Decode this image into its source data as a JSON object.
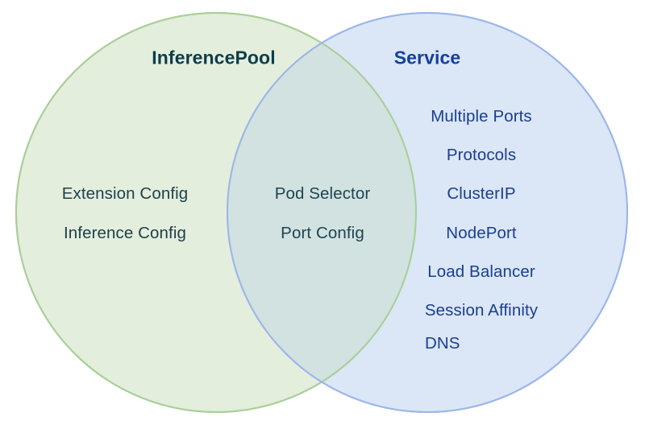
{
  "diagram": {
    "type": "venn",
    "background_color": "#ffffff",
    "sets": [
      {
        "id": "inferencepool",
        "title": "InferencePool",
        "title_color": "#0f3c4c",
        "fill_color": "#e3eedc",
        "stroke_color": "#a8cf97",
        "items": [
          "Extension Config",
          "Inference Config"
        ]
      },
      {
        "id": "service",
        "title": "Service",
        "title_color": "#15409a",
        "fill_color": "#d6e2f5",
        "stroke_color": "#9bb6ea",
        "items": [
          "Multiple Ports",
          "Protocols",
          "ClusterIP",
          "NodePort",
          "Load Balancer",
          "Session Affinity",
          "DNS"
        ]
      }
    ],
    "intersection": {
      "id": "shared",
      "fill_color": "#d8e6dc",
      "text_color": "#1f4450",
      "items": [
        "Pod Selector",
        "Port Config"
      ]
    }
  }
}
